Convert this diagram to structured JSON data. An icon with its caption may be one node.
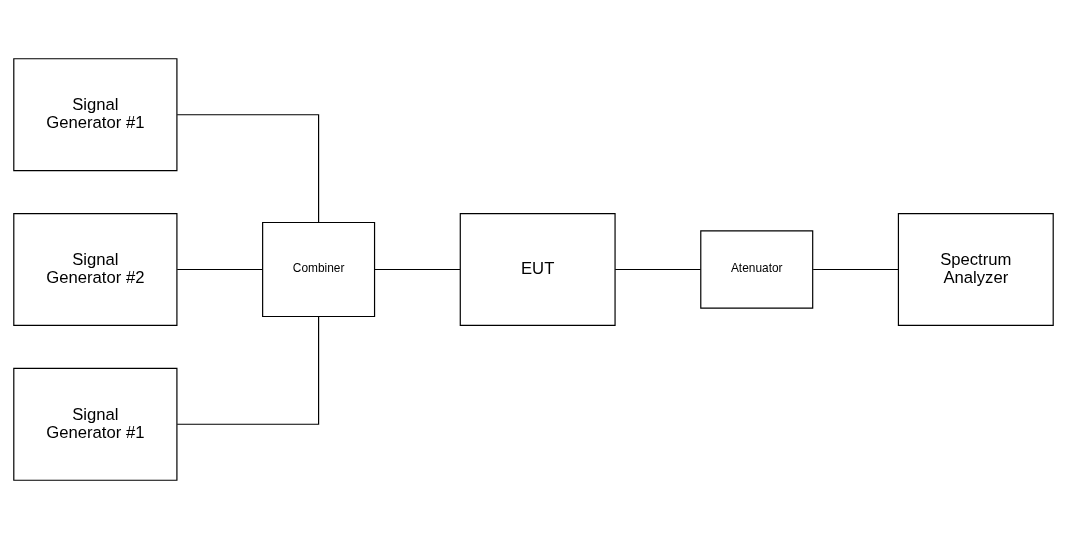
{
  "diagram": {
    "nodes": [
      {
        "text": [
          "Signal Generator #1"
        ]
      },
      {
        "text": [
          "Signal Generator #2"
        ]
      },
      {
        "text": [
          "Signal Generator #1"
        ]
      },
      {
        "text": [
          "Combiner"
        ]
      },
      {
        "text": [
          "EUT"
        ]
      },
      {
        "text": [
          "Atenuator"
        ]
      },
      {
        "text": [
          "Spectrum Analyzer"
        ]
      }
    ],
    "edges": [
      {
        "from": 0,
        "to": 3,
        "arrow": "none"
      },
      {
        "from": 1,
        "to": 3,
        "arrow": "none"
      },
      {
        "from": 2,
        "to": 3,
        "arrow": "none"
      },
      {
        "from": 3,
        "to": 4,
        "arrow": "none"
      },
      {
        "from": 4,
        "to": 5,
        "arrow": "none"
      },
      {
        "from": 5,
        "to": 6,
        "arrow": "none"
      }
    ]
  }
}
